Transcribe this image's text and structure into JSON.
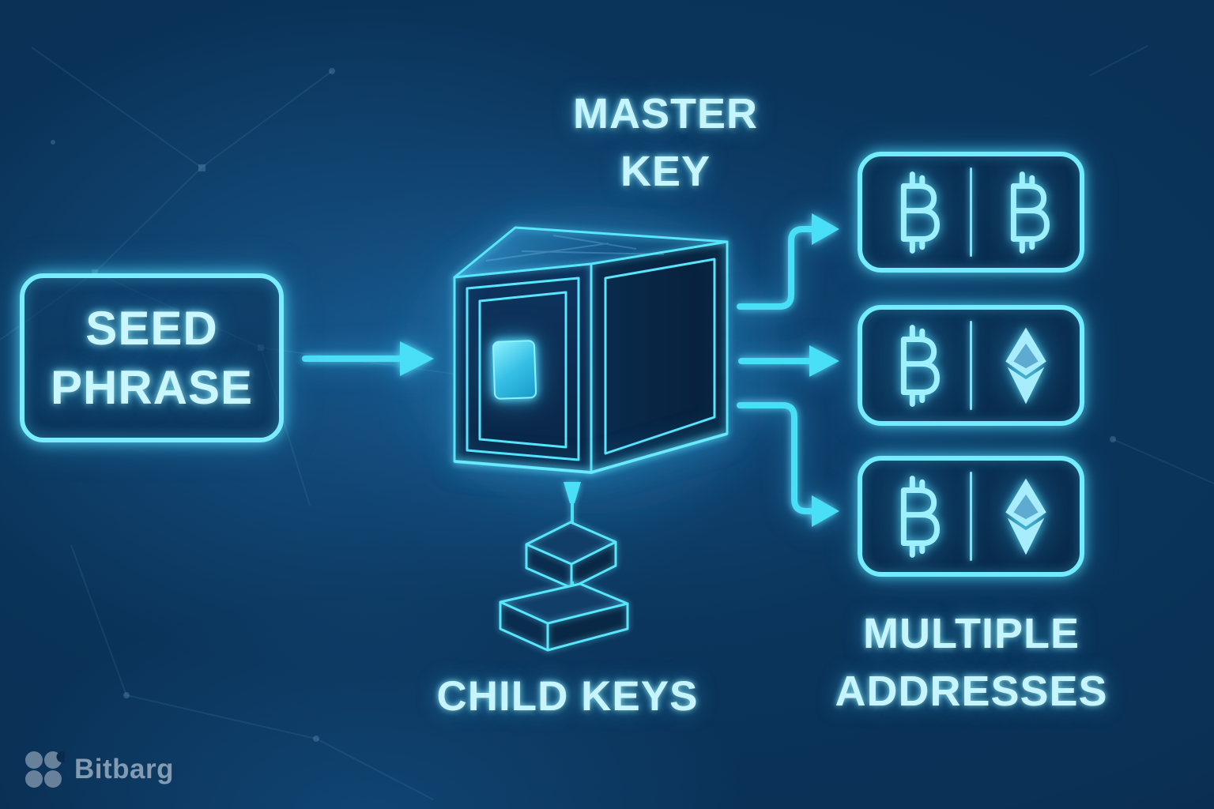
{
  "title": "Seed phrase to master key to multiple addresses diagram",
  "labels": {
    "seed": {
      "line1": "SEED",
      "line2": "PHRASE"
    },
    "master": {
      "line1": "MASTER",
      "line2": "KEY"
    },
    "child": "CHILD KEYS",
    "addresses": {
      "line1": "MULTIPLE",
      "line2": "ADDRESSES"
    }
  },
  "address_cards": [
    {
      "left_icon": "bitcoin",
      "right_icon": "bitcoin"
    },
    {
      "left_icon": "bitcoin",
      "right_icon": "ethereum"
    },
    {
      "left_icon": "bitcoin",
      "right_icon": "ethereum"
    }
  ],
  "brand": {
    "name": "Bitbarg",
    "logo_icon": "four-circles"
  },
  "colors": {
    "background_deep": "#05172c",
    "background_mid": "#0c3a63",
    "neon": "#5fe6ff",
    "text": "#c7f5ff",
    "panel_fill": "#0a2c50",
    "screen": "#59d7f2",
    "brand_text": "#8da4b8"
  }
}
